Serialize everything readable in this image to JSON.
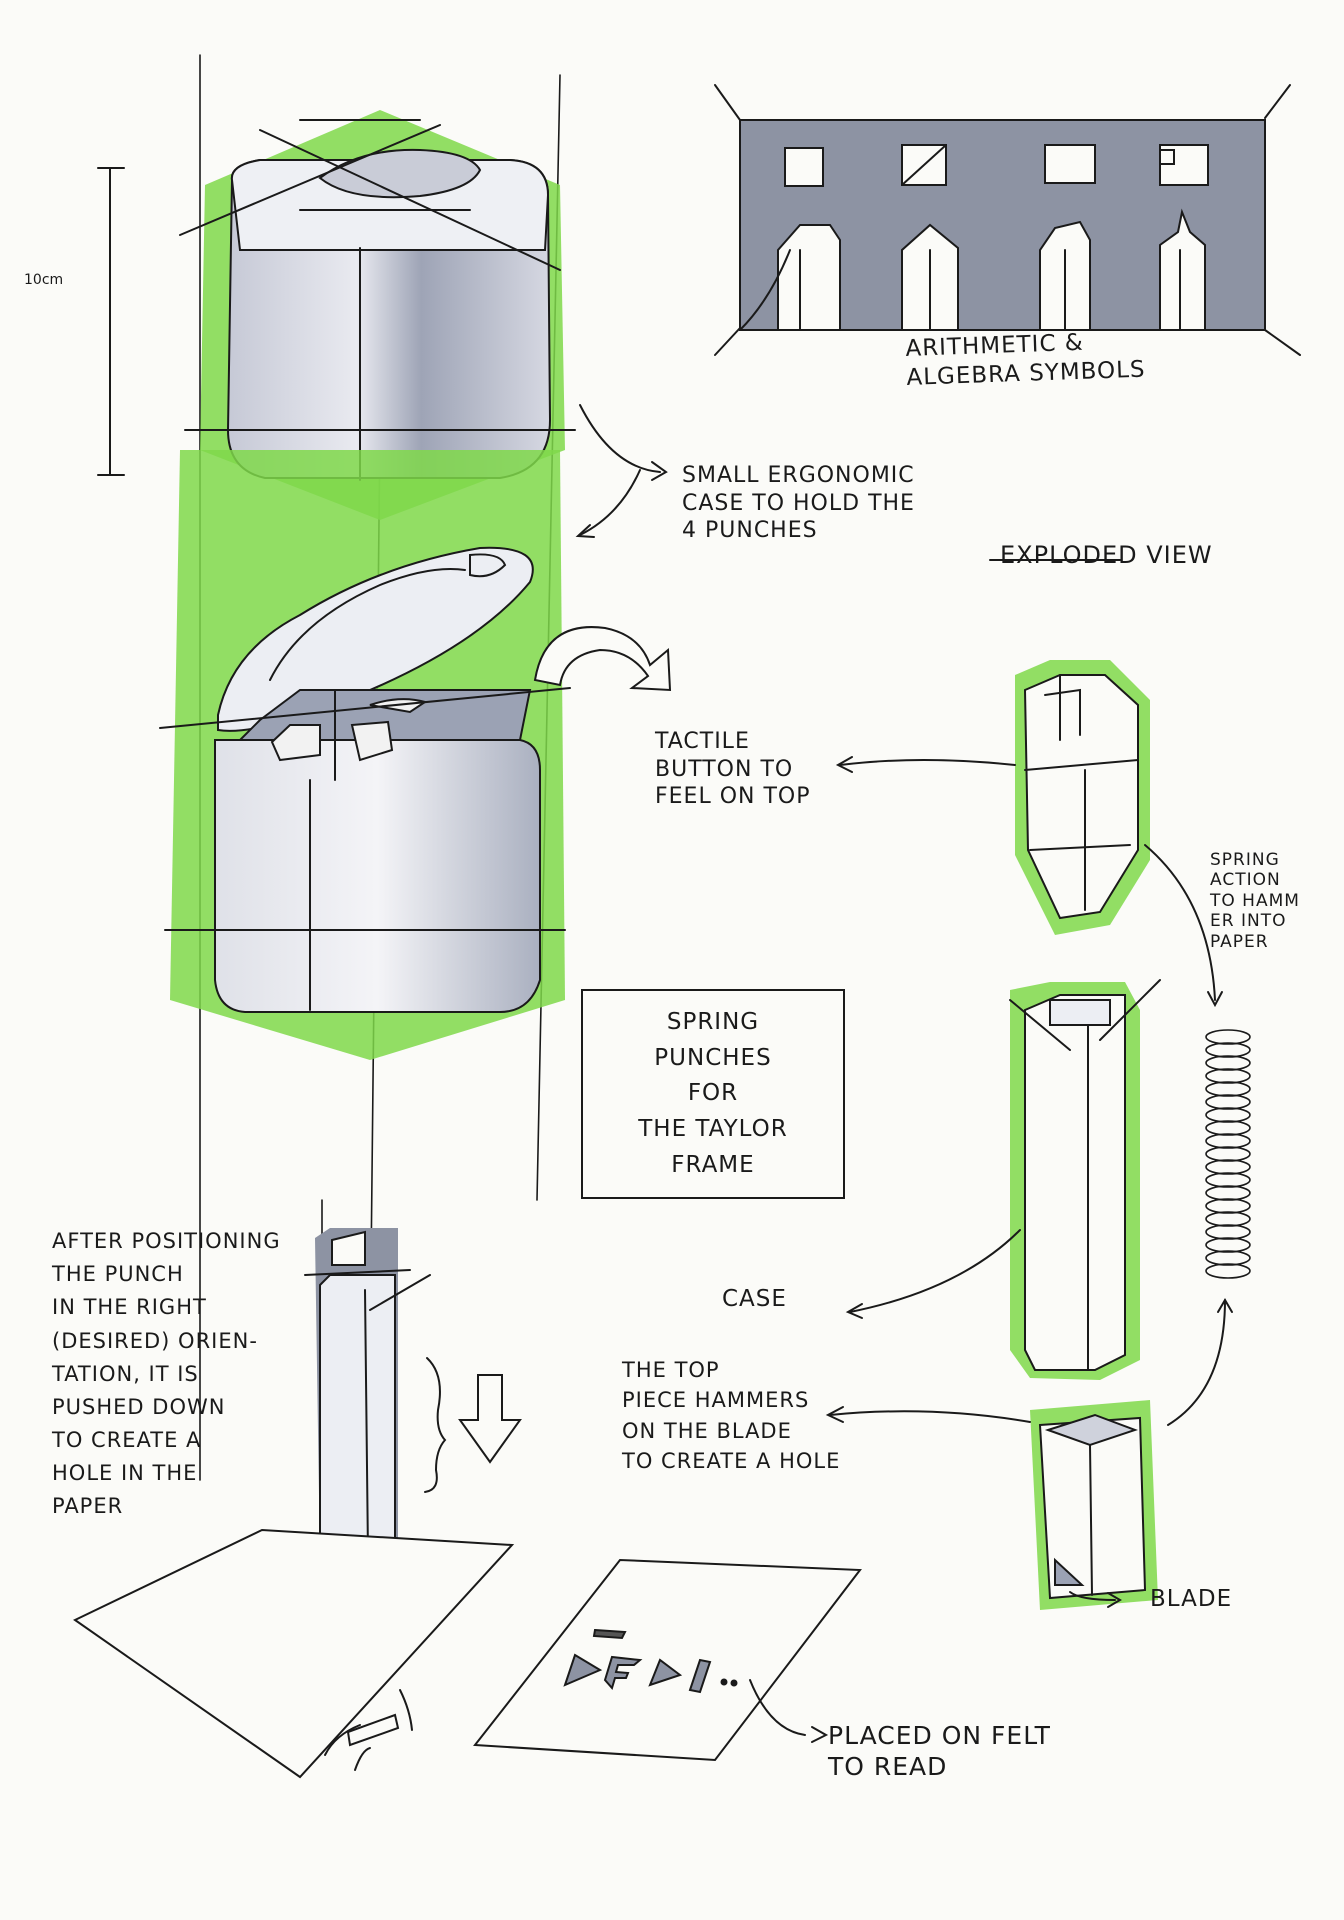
{
  "page": {
    "background": "#fbfbf8",
    "ink": "#1a1a1a",
    "marker_green": "#6cd12e",
    "marker_grey": "#8c93a3"
  },
  "labels": {
    "scale": "10cm",
    "symbols_panel": "ARITHMETIC &\nALGEBRA SYMBOLS",
    "case_note": "SMALL ERGONOMIC\nCASE TO HOLD THE\n4 PUNCHES",
    "exploded_view": "EXPLODED VIEW",
    "tactile": "TACTILE\nBUTTON TO\nFEEL ON TOP",
    "spring_action": "SPRING\nACTION\nTO HAMM\nER INTO\nPAPER",
    "title_box": "SPRING\nPUNCHES\nFOR\nTHE TAYLOR\nFRAME",
    "positioning": "AFTER POSITIONING\nTHE PUNCH\nIN THE RIGHT\n(DESIRED) ORIEN-\nTATION, IT IS\nPUSHED DOWN\nTO CREATE A\nHOLE IN THE\nPAPER",
    "case": "CASE",
    "top_piece": "THE TOP\nPIECE HAMMERS\nON THE BLADE\nTO CREATE A HOLE",
    "blade": "BLADE",
    "felt": "PLACED ON FELT\nTO READ"
  }
}
